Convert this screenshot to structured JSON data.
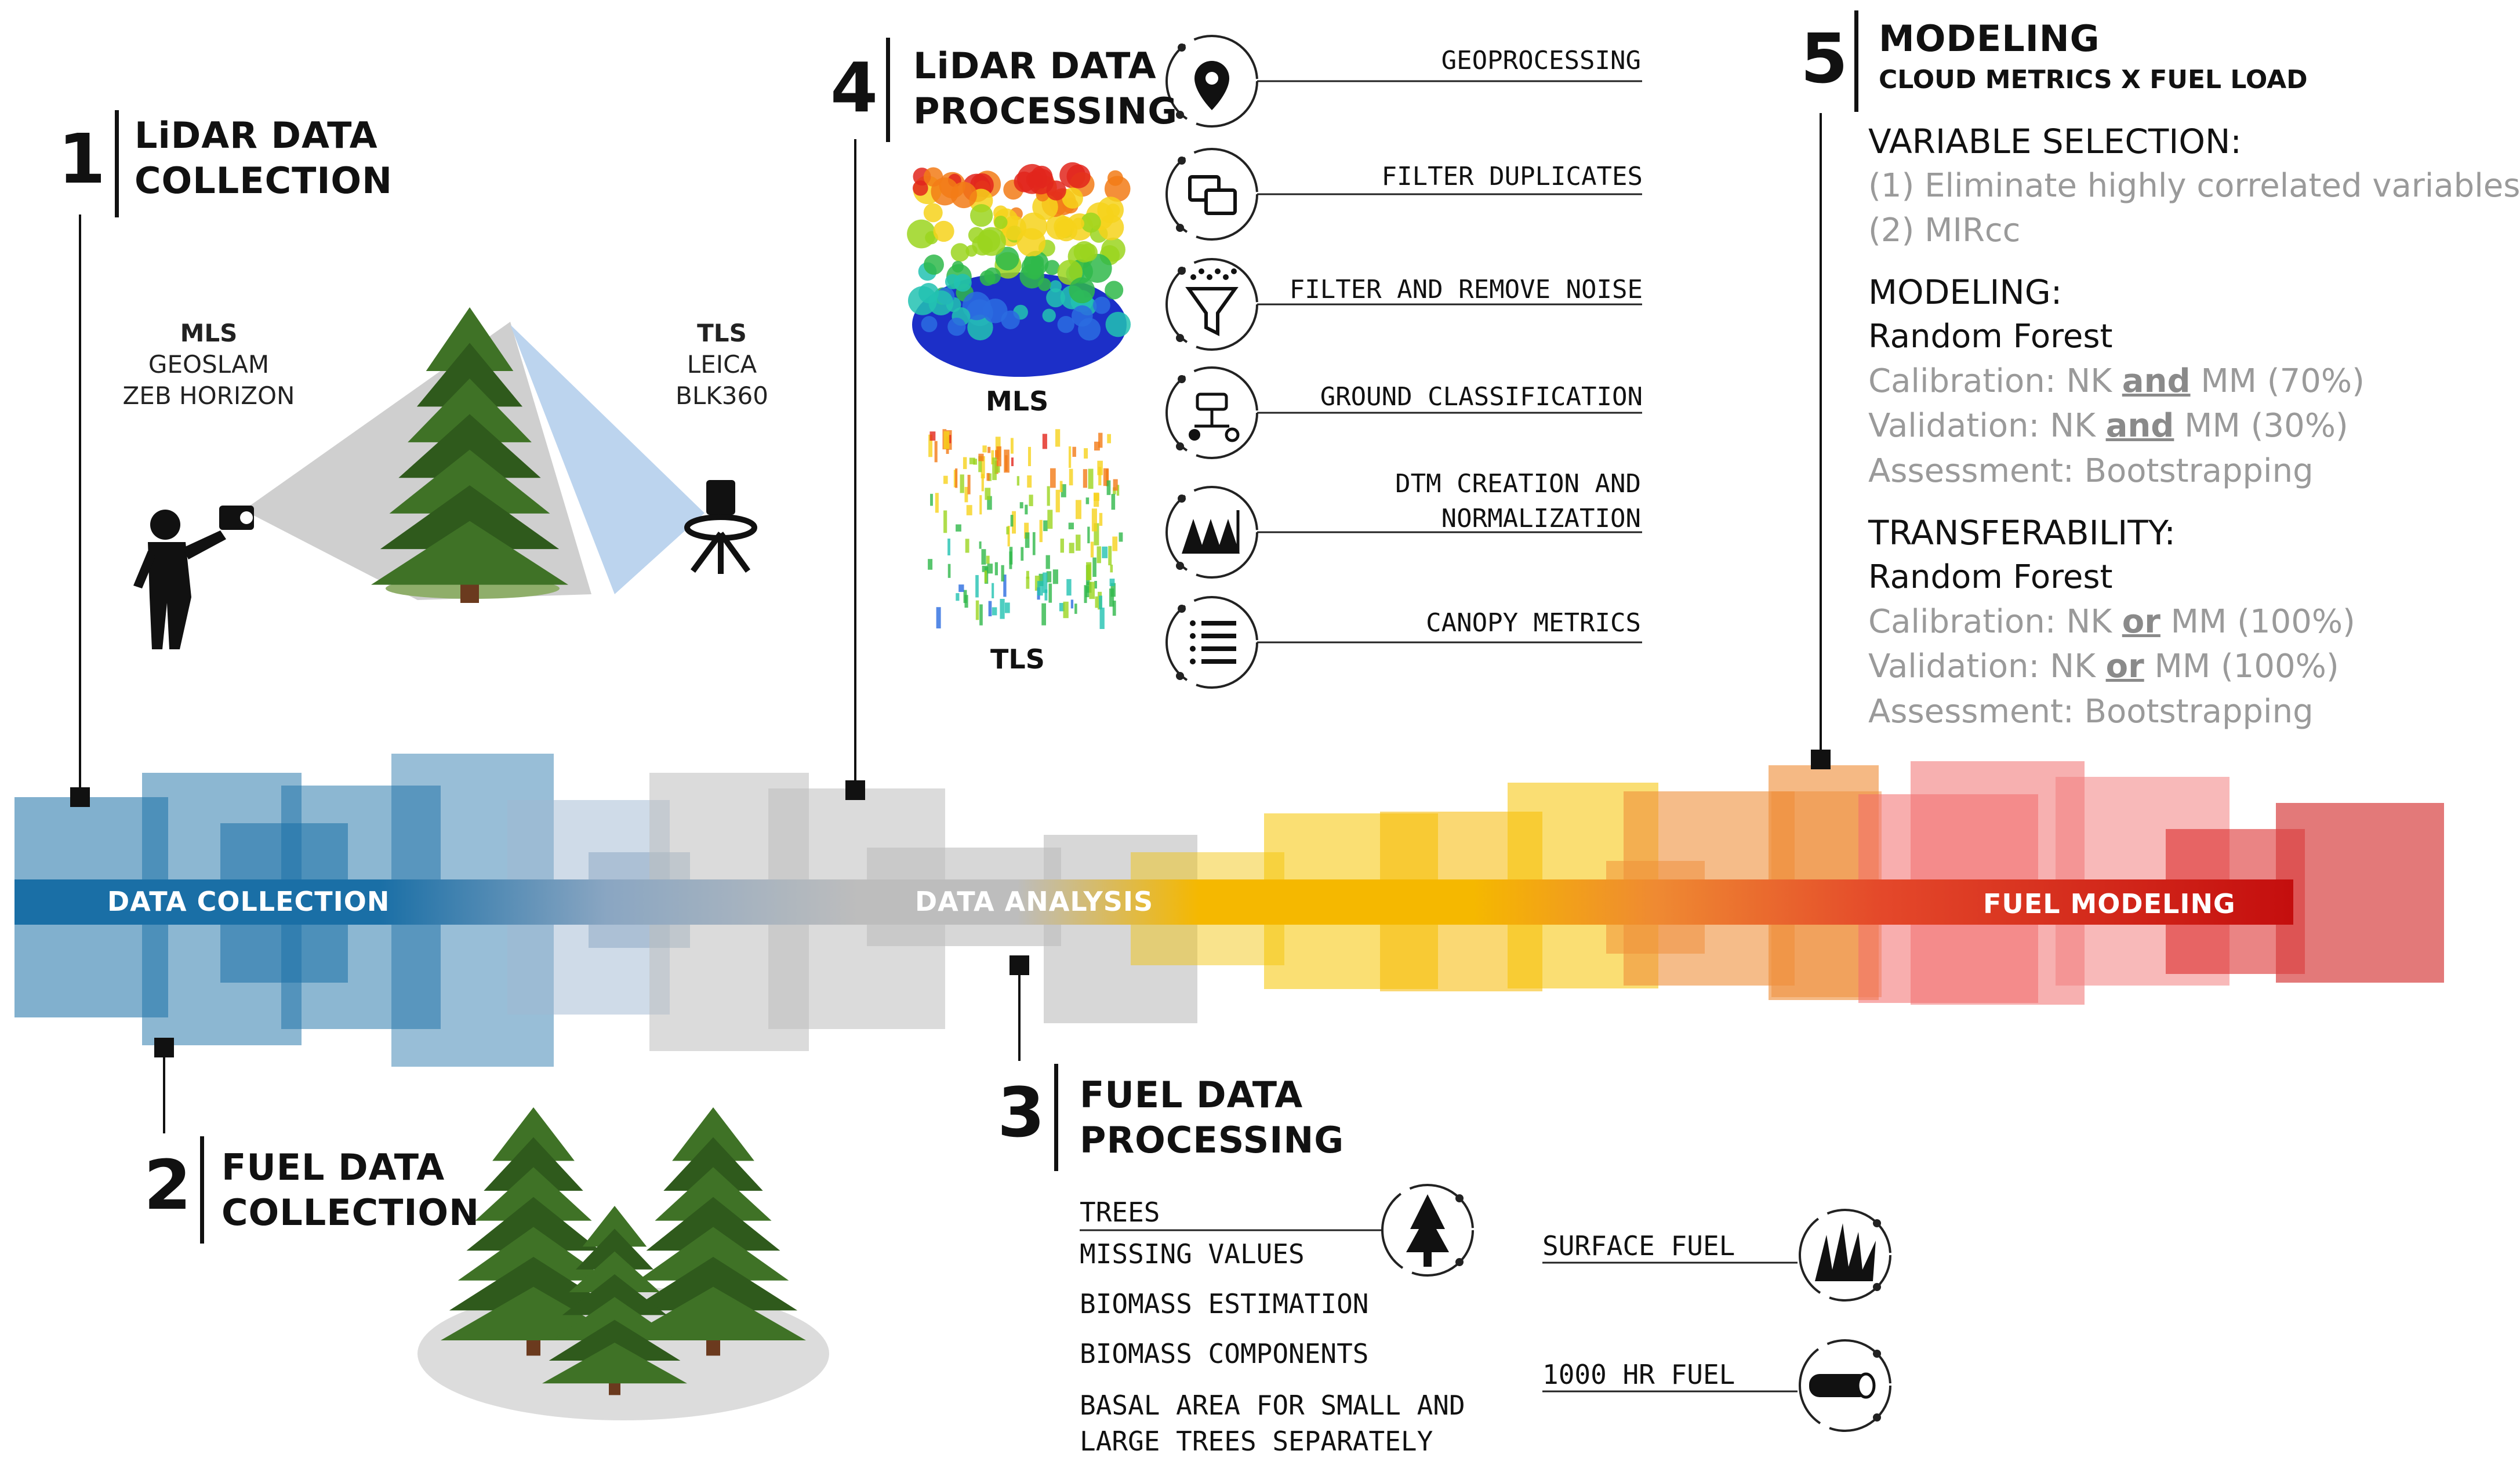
{
  "steps": [
    {
      "number": "1",
      "title_lines": [
        "LiDAR DATA",
        "COLLECTION"
      ]
    },
    {
      "number": "2",
      "title_lines": [
        "FUEL DATA",
        "COLLECTION"
      ]
    },
    {
      "number": "3",
      "title_lines": [
        "FUEL DATA",
        "PROCESSING"
      ]
    },
    {
      "number": "4",
      "title_lines": [
        "LiDAR DATA",
        "PROCESSING"
      ]
    },
    {
      "number": "5",
      "title_lines": [
        "MODELING"
      ],
      "subtitle": "CLOUD METRICS X FUEL LOAD"
    }
  ],
  "equipment": {
    "mls": {
      "name": "MLS",
      "lines": [
        "GEOSLAM",
        "ZEB HORIZON"
      ]
    },
    "tls": {
      "name": "TLS",
      "lines": [
        "LEICA",
        "BLK360"
      ]
    }
  },
  "clouds": {
    "mls_label": "MLS",
    "tls_label": "TLS"
  },
  "processing_steps": [
    {
      "lines": [
        "GEOPROCESSING"
      ],
      "icon": "map-pin-icon"
    },
    {
      "lines": [
        "FILTER DUPLICATES"
      ],
      "icon": "duplicate-files-icon"
    },
    {
      "lines": [
        "FILTER AND REMOVE NOISE"
      ],
      "icon": "funnel-filter-icon"
    },
    {
      "lines": [
        "GROUND CLASSIFICATION"
      ],
      "icon": "network-classification-icon"
    },
    {
      "lines": [
        "DTM CREATION AND",
        "NORMALIZATION"
      ],
      "icon": "forest-height-icon"
    },
    {
      "lines": [
        "CANOPY METRICS"
      ],
      "icon": "list-icon"
    }
  ],
  "timeline": {
    "data_collection": "DATA COLLECTION",
    "data_analysis": "DATA ANALYSIS",
    "fuel_modeling": "FUEL MODELING",
    "colors": {
      "blue": "#1a6fa6",
      "gray": "#bdbdbd",
      "yellow": "#f5b800",
      "orange": "#ef8a32",
      "red": "#d81f1f"
    }
  },
  "modeling": {
    "variable_selection": {
      "heading": "VARIABLE SELECTION:",
      "items": [
        "(1) Eliminate highly correlated variables",
        "(2) MIRcc"
      ]
    },
    "modeling_section": {
      "heading": "MODELING:",
      "method": "Random Forest",
      "calibration": {
        "prefix": "Calibration: NK ",
        "connector": "and",
        "suffix": " MM (70%)"
      },
      "validation": {
        "prefix": "Validation: NK ",
        "connector": "and",
        "suffix": " MM (30%)"
      },
      "assessment": "Assessment: Bootstrapping"
    },
    "transferability": {
      "heading": "TRANSFERABILITY:",
      "method": "Random Forest",
      "calibration": {
        "prefix": "Calibration: NK ",
        "connector": "or",
        "suffix": " MM (100%)"
      },
      "validation": {
        "prefix": "Validation: NK ",
        "connector": "or",
        "suffix": " MM (100%)"
      },
      "assessment": "Assessment: Bootstrapping"
    }
  },
  "fuel_processing": {
    "trees": "TREES",
    "tree_items": [
      "MISSING VALUES",
      "BIOMASS ESTIMATION",
      "BIOMASS COMPONENTS",
      "BASAL AREA FOR SMALL AND",
      "LARGE TREES SEPARATELY"
    ],
    "surface_fuel": "SURFACE FUEL",
    "hr1000_fuel": "1000 HR FUEL",
    "icons": {
      "trees": "pine-tree-icon",
      "surface": "grass-fire-icon",
      "hr1000": "log-icon"
    }
  }
}
